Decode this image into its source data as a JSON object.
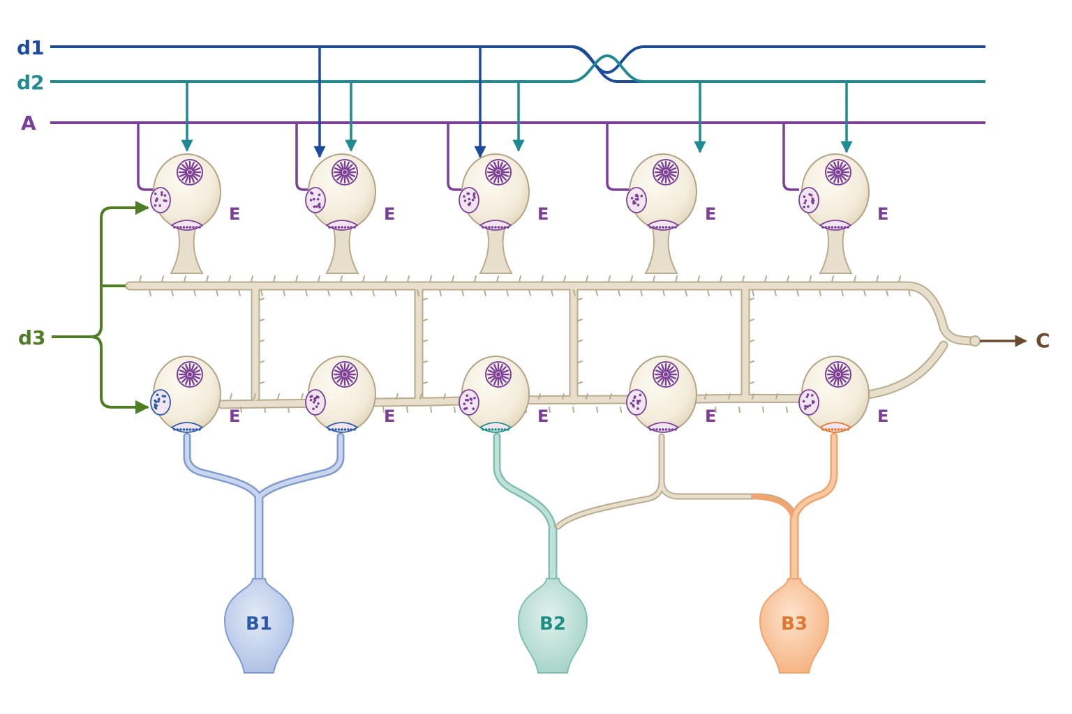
{
  "colors": {
    "d1": "#1c4b9c",
    "d2": "#1e8a92",
    "A": "#7b3f97",
    "d3": "#4e7d23",
    "C": "#6b4a2e",
    "cell_fill": "#f5efe0",
    "cell_stroke": "#b3a488",
    "fiber": "#ddd3bc",
    "fiber_edge": "#b9ab8c",
    "nucleus": "#7b3f97",
    "B1": "#2b5aa8",
    "B1_fill": "#c9d6ee",
    "B2": "#1f8f86",
    "B2_fill": "#bfe1d8",
    "B3": "#e3762e",
    "B3_fill": "#f7c9a2",
    "label_E": "#7b3f97"
  },
  "inputs": {
    "d1": "d1",
    "d2": "d2",
    "A": "A",
    "d3": "d3"
  },
  "output": {
    "C": "C"
  },
  "cells": {
    "top": [
      "E",
      "E",
      "E",
      "E",
      "E"
    ],
    "bottom": [
      "E",
      "E",
      "E",
      "E",
      "E"
    ]
  },
  "sources": {
    "B1": "B1",
    "B2": "B2",
    "B3": "B3"
  }
}
